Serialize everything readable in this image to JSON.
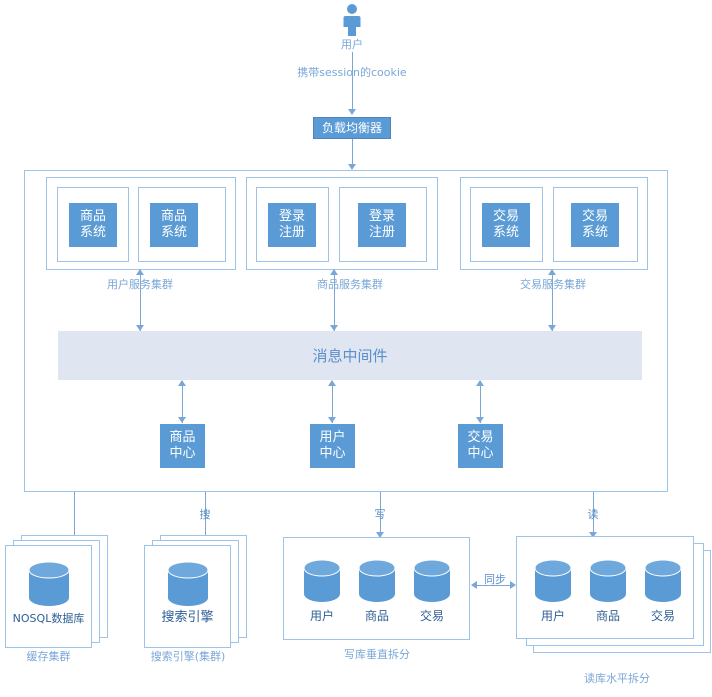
{
  "diagram": {
    "title": "large-scale-distributed-architecture",
    "colors": {
      "accent_blue": "#5b9bd5",
      "outline_blue": "#9dc3e6",
      "text_blue": "#7ba7d7",
      "middleware_bg": "#dfe5f1",
      "white": "#ffffff"
    }
  },
  "top": {
    "actor_icon": "person-icon",
    "actor_label": "用户",
    "cookie_label": "携带session的cookie",
    "load_balancer": "负载均衡器"
  },
  "service_clusters": [
    {
      "label": "用户服务集群",
      "nodes": [
        {
          "line1": "商品",
          "line2": "系统"
        },
        {
          "line1": "商品",
          "line2": "系统"
        }
      ]
    },
    {
      "label": "商品服务集群",
      "nodes": [
        {
          "line1": "登录",
          "line2": "注册"
        },
        {
          "line1": "登录",
          "line2": "注册"
        }
      ]
    },
    {
      "label": "交易服务集群",
      "nodes": [
        {
          "line1": "交易",
          "line2": "系统"
        },
        {
          "line1": "交易",
          "line2": "系统"
        }
      ]
    }
  ],
  "middleware": {
    "label": "消息中间件"
  },
  "centers": [
    {
      "line1": "商品",
      "line2": "中心"
    },
    {
      "line1": "用户",
      "line2": "中心"
    },
    {
      "line1": "交易",
      "line2": "中心"
    }
  ],
  "edge_labels": {
    "cache": "",
    "search": "搜",
    "write": "写",
    "read": "读",
    "sync": "同步"
  },
  "storage": {
    "cache": {
      "node_label": "NOSQL数据库",
      "caption": "缓存集群",
      "stack": 3
    },
    "search": {
      "node_label": "搜索引擎",
      "caption": "搜索引擎(集群)",
      "stack": 3
    },
    "write_db": {
      "caption": "写库垂直拆分",
      "stack": 1,
      "cylinders": [
        "用户",
        "商品",
        "交易"
      ]
    },
    "read_db": {
      "caption": "读库水平拆分",
      "stack": 3,
      "cylinders": [
        "用户",
        "商品",
        "交易"
      ]
    }
  }
}
